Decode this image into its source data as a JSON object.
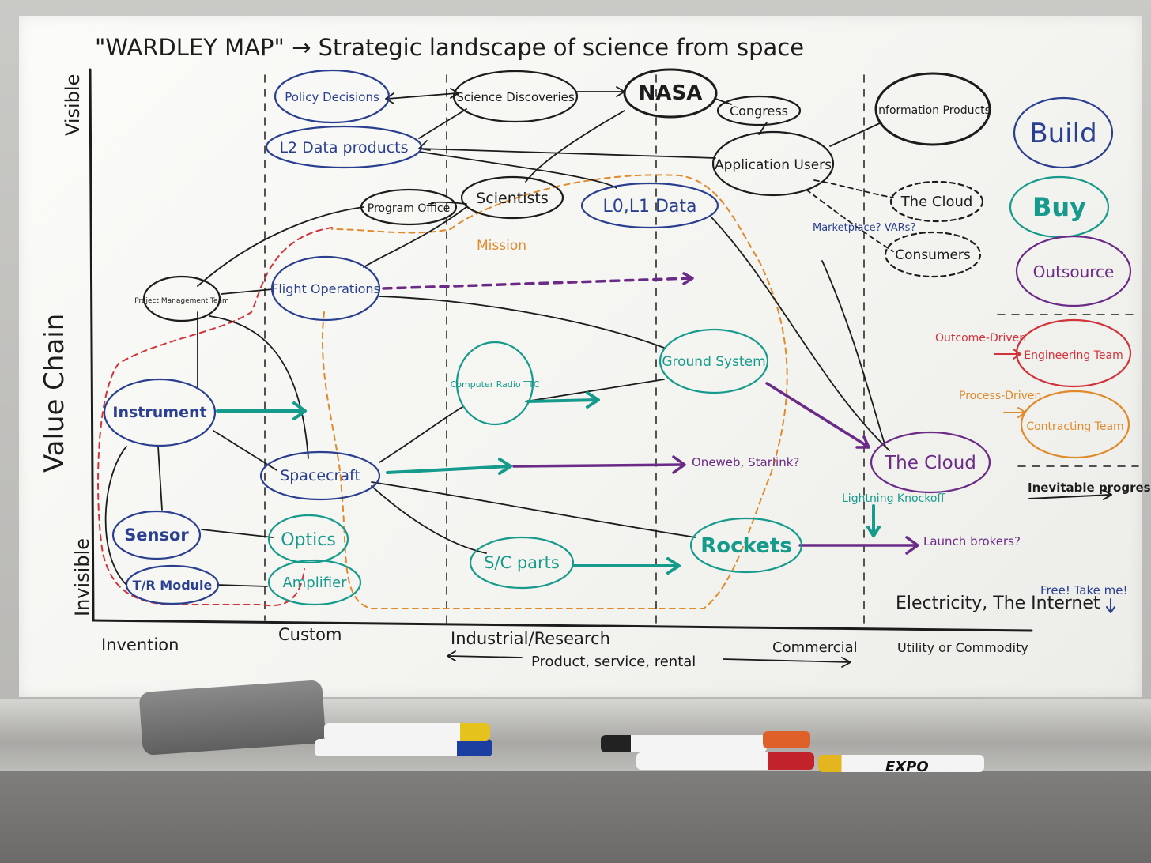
{
  "title": "\"WARDLEY MAP\" → Strategic landscape of science from space",
  "y_axis": {
    "label": "Value Chain",
    "top": "Visible",
    "bottom": "Invisible"
  },
  "x_axis": {
    "stages": [
      "Invention",
      "Custom",
      "Industrial/Research",
      "Commercial",
      "Utility or Commodity"
    ],
    "span_note": "Product, service, rental"
  },
  "nodes": {
    "policy": "Policy Decisions",
    "discoveries": "Science Discoveries",
    "nasa": "NASA",
    "congress": "Congress",
    "info_products": "Information Products",
    "l2": "L2 Data products",
    "app_users": "Application Users",
    "program_office": "Program Office",
    "scientists": "Scientists",
    "l0l1": "L0,L1 Data",
    "cloud_dash": "The Cloud",
    "consumers": "Consumers",
    "flight_ops": "Flight Operations",
    "pm_team": "Project Management Team",
    "computer": "Computer Radio TTC",
    "ground": "Ground System",
    "instrument": "Instrument",
    "spacecraft": "Spacecraft",
    "cloud": "The Cloud",
    "sensor": "Sensor",
    "optics": "Optics",
    "tr_module": "T/R Module",
    "amplifier": "Amplifier",
    "sc_parts": "S/C parts",
    "rockets": "Rockets"
  },
  "notes": {
    "mission": "Mission",
    "marketplace": "Marketplace? VARs?",
    "oneweb": "Oneweb, Starlink?",
    "lightning": "Lightning Knockoff",
    "launch": "Launch brokers?",
    "electricity": "Electricity, The Internet",
    "free": "Free! Take me!"
  },
  "legend": {
    "build": "Build",
    "buy": "Buy",
    "outsource": "Outsource",
    "outcome": "Outcome-Driven",
    "engineering": "Engineering Team",
    "process": "Process-Driven",
    "contracting": "Contracting Team",
    "inevitable": "Inevitable progress?"
  },
  "colors": {
    "build": "#2a3f8f",
    "buy": "#159a8c",
    "outsource": "#6a2a86",
    "engineering": "#d2323a",
    "contracting": "#e08a2c",
    "black": "#1c1c1c"
  },
  "tray": {
    "brand": "EXPO"
  }
}
